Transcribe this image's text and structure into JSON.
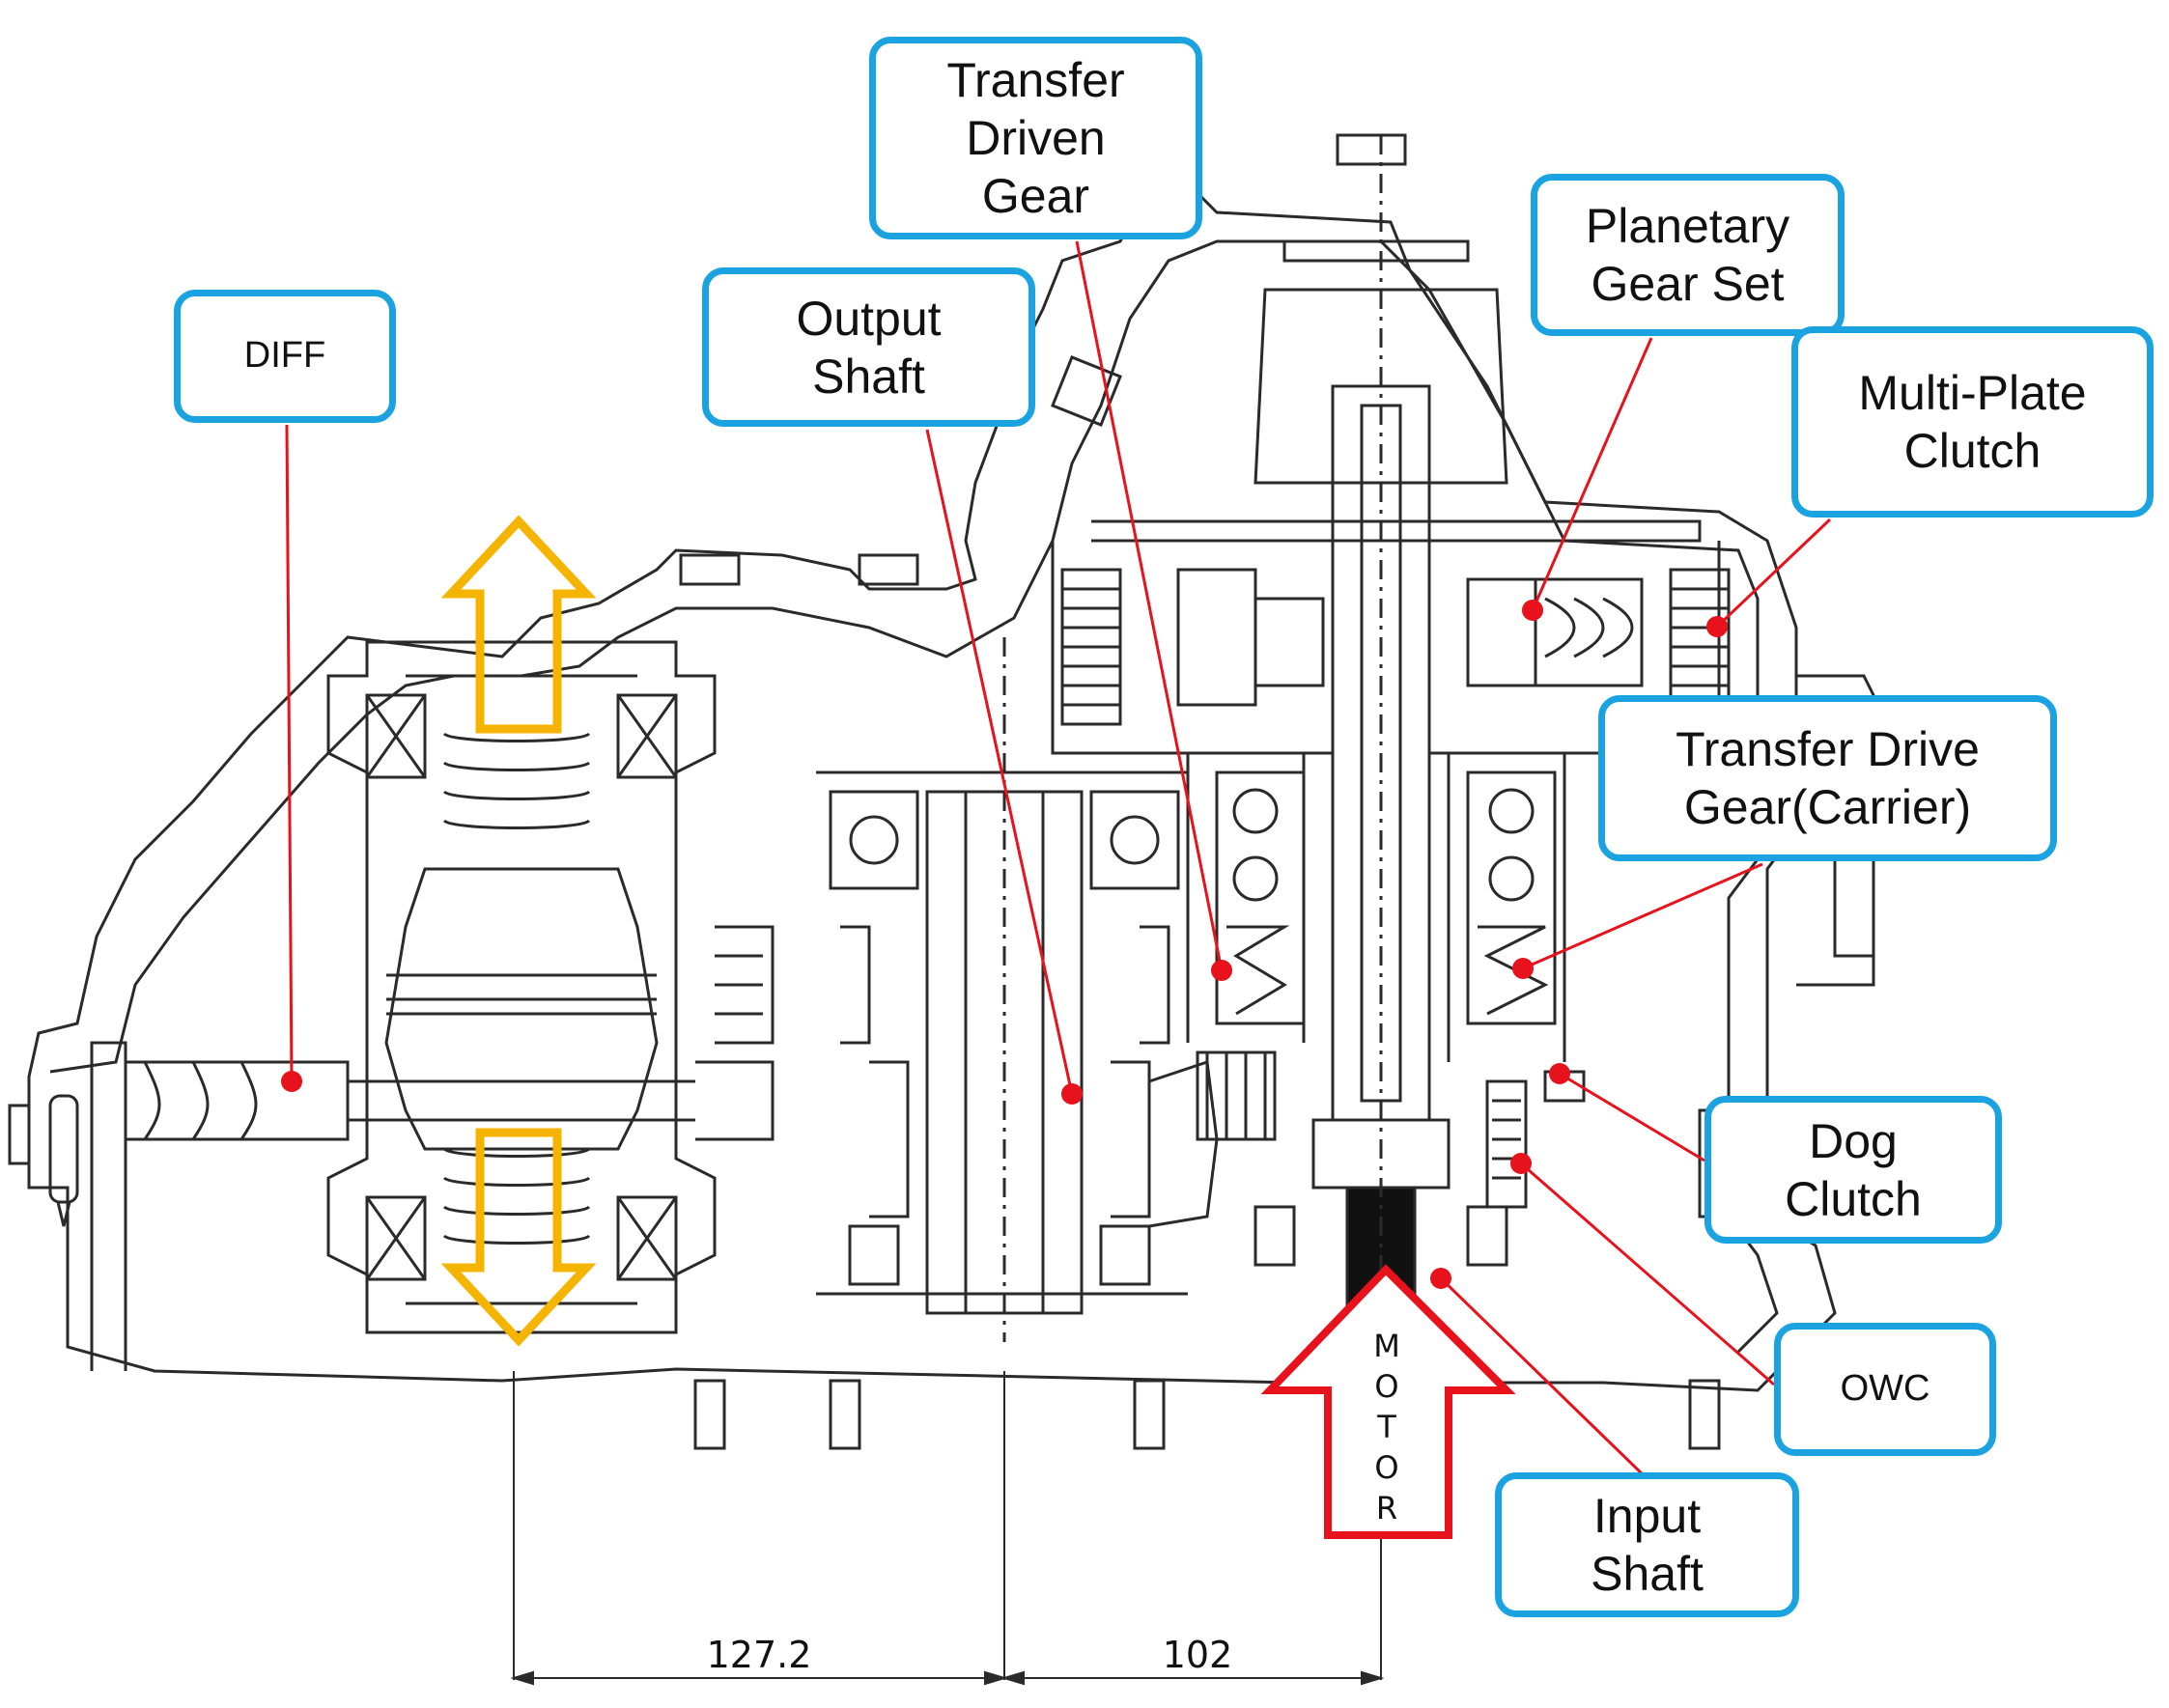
{
  "labels": {
    "diff": "DIFF",
    "output_shaft": "Output\nShaft",
    "transfer_driven_gear": "Transfer\nDriven\nGear",
    "planetary_gear_set": "Planetary\nGear Set",
    "multi_plate_clutch": "Multi-Plate\nClutch",
    "transfer_drive_gear": "Transfer Drive\nGear(Carrier)",
    "dog_clutch": "Dog\nClutch",
    "owc": "OWC",
    "input_shaft": "Input\nShaft"
  },
  "motor_letters": [
    "M",
    "O",
    "T",
    "O",
    "R"
  ],
  "dimensions": {
    "left": "127.2",
    "right": "102"
  },
  "colors": {
    "callout_border": "#1aa3e0",
    "leader": "#e8121c",
    "load_arrow": "#f5b400",
    "motor_arrow": "#e8121c",
    "drawing_line": "#2a2a2a"
  },
  "icons": {
    "load_arrows": "double-vertical-arrow-icon",
    "motor_input": "up-arrow-icon"
  }
}
